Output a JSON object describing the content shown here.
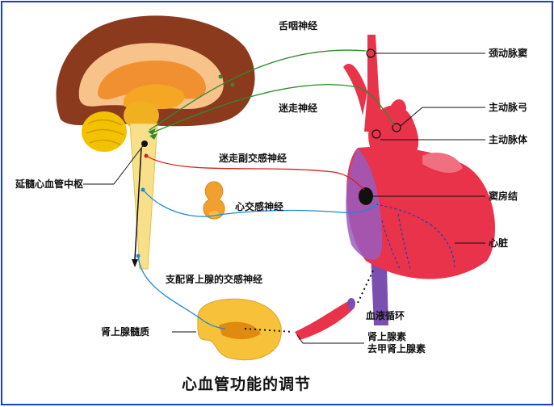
{
  "title": "心血管功能的调节",
  "labels": {
    "glossopharyngeal_nerve": "舌咽神经",
    "vagus_nerve": "迷走神经",
    "vagal_parasympathetic_nerve": "迷走副交感神经",
    "cardiac_sympathetic_nerve": "心交感神经",
    "adrenal_sympathetic_nerve": "支配肾上腺的交感神经",
    "medulla_cardiovascular_center": "延髓心血管中枢",
    "adrenal_medulla": "肾上腺髓质",
    "carotid_sinus": "颈动脉窦",
    "aortic_arch": "主动脉弓",
    "aortic_body": "主动脉体",
    "sinoatrial_node": "窦房结",
    "heart": "心脏",
    "blood_circulation": "血液循环",
    "epinephrine": "肾上腺素",
    "norepinephrine": "去甲肾上腺素"
  },
  "colors": {
    "frame": "#1a3fbf",
    "cortex": "#8b3a1e",
    "brain_inner": "#f0a030",
    "spinal_cord": "#f8e08a",
    "heart": "#e8334a",
    "vein": "#7a4fb0",
    "nerve_afferent": "#2e8b2e",
    "nerve_vagal": "#d42020",
    "nerve_sympathetic": "#1e88d8",
    "adrenal": "#f0b030"
  }
}
